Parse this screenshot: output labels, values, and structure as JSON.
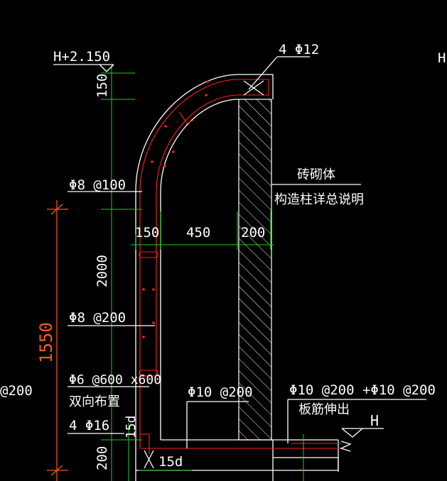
{
  "labels": {
    "top_elevation": "H+2.150",
    "top_rebar": "4 Φ12",
    "dim_150_top": "150",
    "stirrup_1": "Φ8 @100",
    "dim_150": "150",
    "dim_450": "450",
    "dim_200": "200",
    "brick": "砖砌体",
    "column_note": "构造柱详总说明",
    "dim_2000": "2000",
    "stirrup_2": "Φ8 @200",
    "dim_1550": "1550",
    "left_partial": "@200",
    "tie": "Φ6 @600 x600",
    "tie_note": "双向布置",
    "corner_rebar": "4 Φ16",
    "rebar_mid": "Φ10 @200",
    "rebar_right": "Φ10 @200 +Φ10 @200",
    "slab_note": "板筋伸出",
    "dim_15d_v": "15d",
    "dim_15d_h": "15d",
    "dim_200_bottom": "200",
    "level_right": "H",
    "edge_partial": "H"
  }
}
